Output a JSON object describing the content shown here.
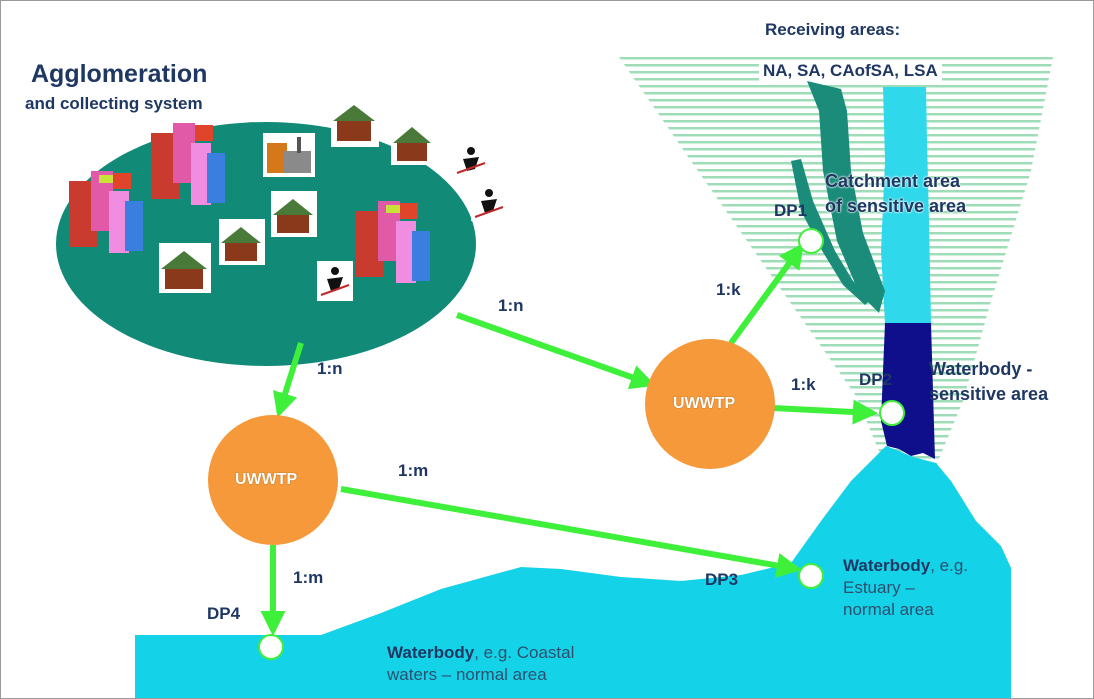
{
  "agglomeration": {
    "title": "Agglomeration",
    "subtitle": "and collecting system"
  },
  "receiving": {
    "heading": "Receiving areas:",
    "list": "NA, SA, CAofSA, LSA"
  },
  "catchment": {
    "line1": "Catchment area",
    "line2": "of sensitive area"
  },
  "sensitive_waterbody": {
    "line1": "Waterbody -",
    "line2": "sensitive area"
  },
  "treatment_plants": {
    "left": "UWWTP",
    "right": "UWWTP"
  },
  "discharge_points": {
    "dp1": "DP1",
    "dp2": "DP2",
    "dp3": "DP3",
    "dp4": "DP4"
  },
  "ratios": {
    "agg_to_left_plant": "1:n",
    "agg_to_right_plant": "1:n",
    "right_plant_to_dp1": "1:k",
    "right_plant_to_dp2": "1:k",
    "left_plant_to_dp3": "1:m",
    "left_plant_to_dp4": "1:m"
  },
  "estuary": {
    "bold": "Waterbody",
    "rest1": ", e.g.",
    "line2": "Estuary –",
    "line3": "normal area"
  },
  "coastal": {
    "bold": "Waterbody",
    "rest1": ", e.g. Coastal",
    "line2": "waters – normal area"
  },
  "colors": {
    "agglomeration_fill": "#128a78",
    "plant_fill": "#f5993a",
    "arrow": "#3ff03a",
    "water": "#14d2e8",
    "sensitive_water": "#0f0f8c",
    "river_light": "#2fd8ea",
    "tributary": "#1b8c7a",
    "catchment_hatch": "#8ccfa8",
    "label_text": "#1f3763"
  }
}
